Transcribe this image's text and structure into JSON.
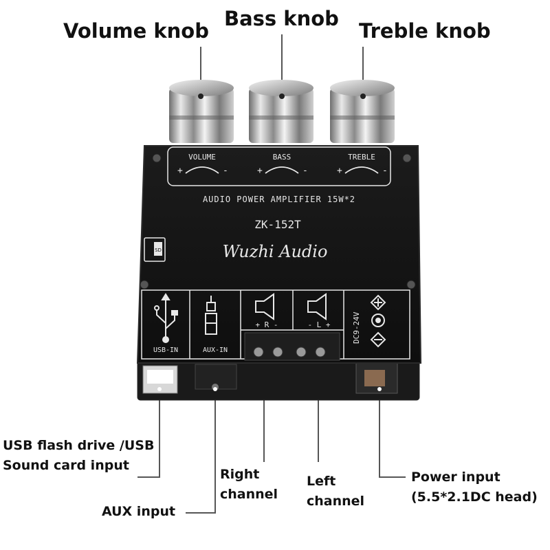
{
  "callouts": {
    "volume_knob": "Volume knob",
    "bass_knob": "Bass knob",
    "treble_knob": "Treble knob",
    "usb_input_line1": "USB flash drive /USB",
    "usb_input_line2": "Sound card input",
    "aux_input": "AUX input",
    "right_channel_line1": "Right",
    "right_channel_line2": "channel",
    "left_channel_line1": "Left",
    "left_channel_line2": "channel",
    "power_input_line1": "Power input",
    "power_input_line2": "(5.5*2.1DC head)"
  },
  "board": {
    "knob_labels": {
      "volume": "VOLUME",
      "bass": "BASS",
      "treble": "TREBLE"
    },
    "plus_sign": "+",
    "minus_sign": "-",
    "product_line": "AUDIO POWER AMPLIFIER 15W*2",
    "model": "ZK-152T",
    "brand": "Wuzhi Audio",
    "sd_icon_text": "SD",
    "usb_port_label": "USB-IN",
    "aux_port_label": "AUX-IN",
    "right_channel_mark": "+ R -",
    "left_channel_mark": "- L +",
    "voltage": "DC9-24V"
  },
  "colors": {
    "board": "#141414",
    "board_edge": "#2a2a2a",
    "silkscreen": "#e8e8e8",
    "knob_chrome": "#b8b8b8",
    "leader_line": "#555555"
  }
}
